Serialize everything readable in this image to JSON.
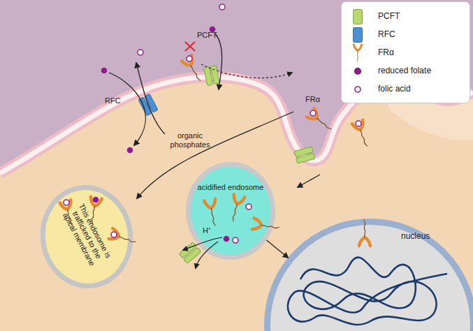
{
  "diagram": {
    "nodes": [
      {
        "text": [
          "This endosome is trafficked to the apical membrane"
        ]
      },
      {
        "text": [
          "acidified endosome"
        ]
      },
      {
        "text": [
          "nucleus"
        ]
      }
    ],
    "edges": [
      {
        "from": 1,
        "to": 2,
        "arrow": "to"
      }
    ],
    "labels": [
      "PCFT",
      "RFC",
      "organic phosphates",
      "FRα",
      "H⁺"
    ],
    "legend": [
      {
        "text": "PCFT",
        "color": "#b7d96d"
      },
      {
        "text": "RFC",
        "color": "#4d8fd1"
      },
      {
        "text": "FRα"
      },
      {
        "text": "reduced folate",
        "color": "#8e1c8e"
      },
      {
        "text": "folic acid"
      }
    ]
  }
}
